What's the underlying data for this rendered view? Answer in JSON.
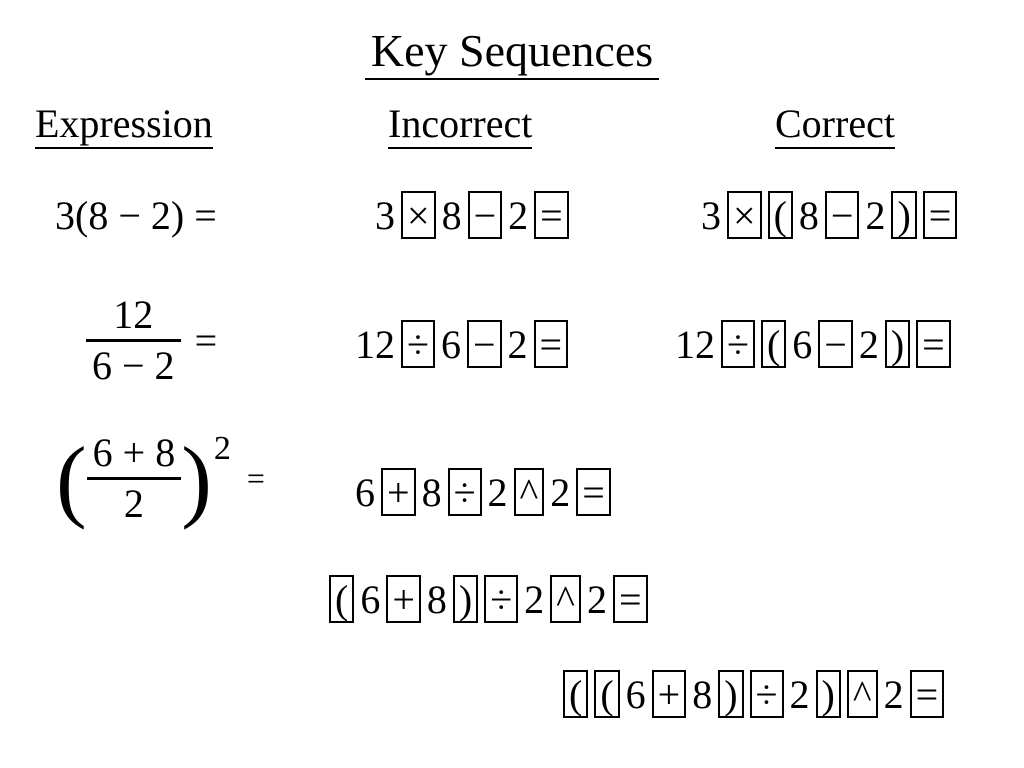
{
  "title": "Key Sequences",
  "headers": {
    "expression": "Expression",
    "incorrect": "Incorrect",
    "correct": "Correct"
  },
  "rows": [
    {
      "expression": "3(8 − 2) =",
      "incorrect": [
        {
          "type": "num",
          "label": "3"
        },
        {
          "type": "key",
          "label": "×"
        },
        {
          "type": "num",
          "label": "8"
        },
        {
          "type": "key",
          "label": "−"
        },
        {
          "type": "num",
          "label": "2"
        },
        {
          "type": "key",
          "label": "="
        }
      ],
      "correct": [
        {
          "type": "num",
          "label": "3"
        },
        {
          "type": "key",
          "label": "×"
        },
        {
          "type": "key",
          "label": "("
        },
        {
          "type": "num",
          "label": "8"
        },
        {
          "type": "key",
          "label": "−"
        },
        {
          "type": "num",
          "label": "2"
        },
        {
          "type": "key",
          "label": ")"
        },
        {
          "type": "key",
          "label": "="
        }
      ]
    },
    {
      "expression_fraction": {
        "numerator": "12",
        "denominator": "6 − 2",
        "suffix": "="
      },
      "incorrect": [
        {
          "type": "num",
          "label": "12"
        },
        {
          "type": "key",
          "label": "÷"
        },
        {
          "type": "num",
          "label": "6"
        },
        {
          "type": "key",
          "label": "−"
        },
        {
          "type": "num",
          "label": "2"
        },
        {
          "type": "key",
          "label": "="
        }
      ],
      "correct": [
        {
          "type": "num",
          "label": "12"
        },
        {
          "type": "key",
          "label": "÷"
        },
        {
          "type": "key",
          "label": "("
        },
        {
          "type": "num",
          "label": "6"
        },
        {
          "type": "key",
          "label": "−"
        },
        {
          "type": "num",
          "label": "2"
        },
        {
          "type": "key",
          "label": ")"
        },
        {
          "type": "key",
          "label": "="
        }
      ]
    },
    {
      "expression_power": {
        "lparen": "(",
        "numerator": "6 + 8",
        "denominator": "2",
        "rparen": ")",
        "exponent": "2",
        "suffix": "="
      },
      "incorrect": [
        {
          "type": "num",
          "label": "6"
        },
        {
          "type": "key",
          "label": "+"
        },
        {
          "type": "num",
          "label": "8"
        },
        {
          "type": "key",
          "label": "÷"
        },
        {
          "type": "num",
          "label": "2"
        },
        {
          "type": "key",
          "label": "^"
        },
        {
          "type": "num",
          "label": "2"
        },
        {
          "type": "key",
          "label": "="
        }
      ],
      "incorrect2": [
        {
          "type": "key",
          "label": "("
        },
        {
          "type": "num",
          "label": "6"
        },
        {
          "type": "key",
          "label": "+"
        },
        {
          "type": "num",
          "label": "8"
        },
        {
          "type": "key",
          "label": ")"
        },
        {
          "type": "key",
          "label": "÷"
        },
        {
          "type": "num",
          "label": "2"
        },
        {
          "type": "key",
          "label": "^"
        },
        {
          "type": "num",
          "label": "2"
        },
        {
          "type": "key",
          "label": "="
        }
      ],
      "correct": [
        {
          "type": "key",
          "label": "("
        },
        {
          "type": "key",
          "label": "("
        },
        {
          "type": "num",
          "label": "6"
        },
        {
          "type": "key",
          "label": "+"
        },
        {
          "type": "num",
          "label": "8"
        },
        {
          "type": "key",
          "label": ")"
        },
        {
          "type": "key",
          "label": "÷"
        },
        {
          "type": "num",
          "label": "2"
        },
        {
          "type": "key",
          "label": ")"
        },
        {
          "type": "key",
          "label": "^"
        },
        {
          "type": "num",
          "label": "2"
        },
        {
          "type": "key",
          "label": "="
        }
      ]
    }
  ]
}
